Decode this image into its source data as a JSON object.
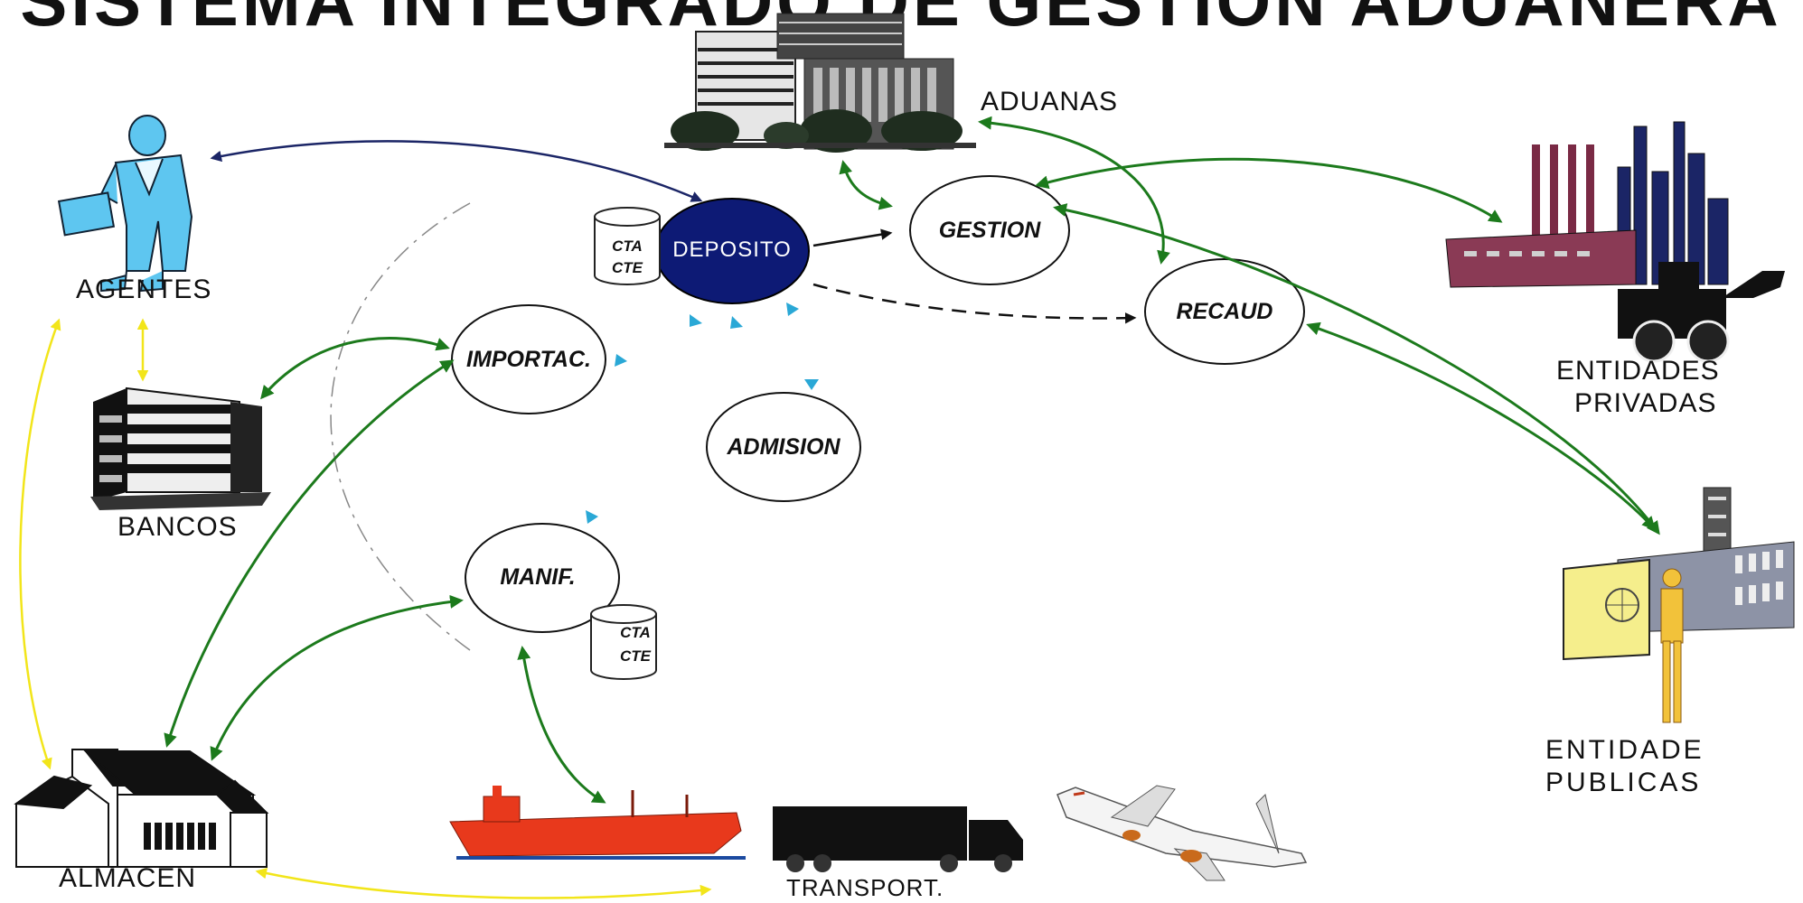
{
  "title": "SISTEMA INTEGRADO DE GESTION ADUANERA",
  "entities": {
    "aduanas": "ADUANAS",
    "agentes": "AGENTES",
    "bancos": "BANCOS",
    "almacen": "ALMACEN",
    "transport": "TRANSPORT.",
    "privadas_line1": "ENTIDADES",
    "privadas_line2": "PRIVADAS",
    "publicas_line1": "ENTIDADE",
    "publicas_line2": "PUBLICAS"
  },
  "modules": {
    "deposito": "DEPOSITO",
    "gestion": "GESTION",
    "recaud": "RECAUD",
    "importac": "IMPORTAC.",
    "admision": "ADMISION",
    "manif": "MANIF."
  },
  "stores": {
    "cta": "CTA",
    "cte": "CTE"
  },
  "colors": {
    "deposito_fill": "#0d1a75",
    "flow_green": "#1c7a1c",
    "flow_yellow": "#f2e51a",
    "flow_navy": "#1b2566",
    "flow_black": "#111111",
    "marker_cyan": "#2aa8d6",
    "agent_blue": "#5ec6f0",
    "ship_red": "#e8391c",
    "vault_yellow": "#f5ee8c"
  },
  "icons": [
    "customs-building-icon",
    "agent-person-icon",
    "bank-building-icon",
    "warehouse-icon",
    "industry-icon",
    "public-building-icon",
    "ship-icon",
    "truck-icon",
    "airplane-icon"
  ]
}
